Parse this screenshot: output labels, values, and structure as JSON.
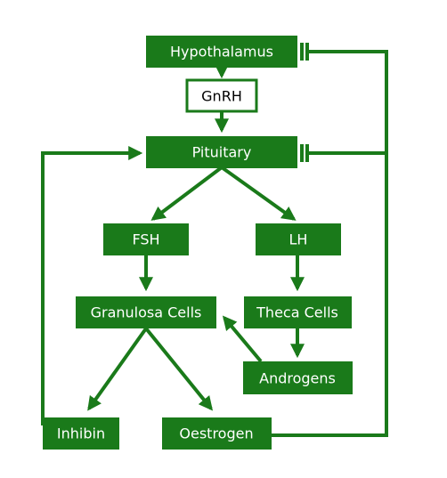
{
  "colors": {
    "green": "#1a7a1a",
    "background": "#ffffff"
  },
  "nodes": {
    "hypothalamus": "Hypothalamus",
    "gnrh": "GnRH",
    "pituitary": "Pituitary",
    "fsh": "FSH",
    "lh": "LH",
    "granulosa": "Granulosa Cells",
    "theca": "Theca Cells",
    "androgens": "Androgens",
    "inhibin": "Inhibin",
    "oestrogen": "Oestrogen"
  }
}
